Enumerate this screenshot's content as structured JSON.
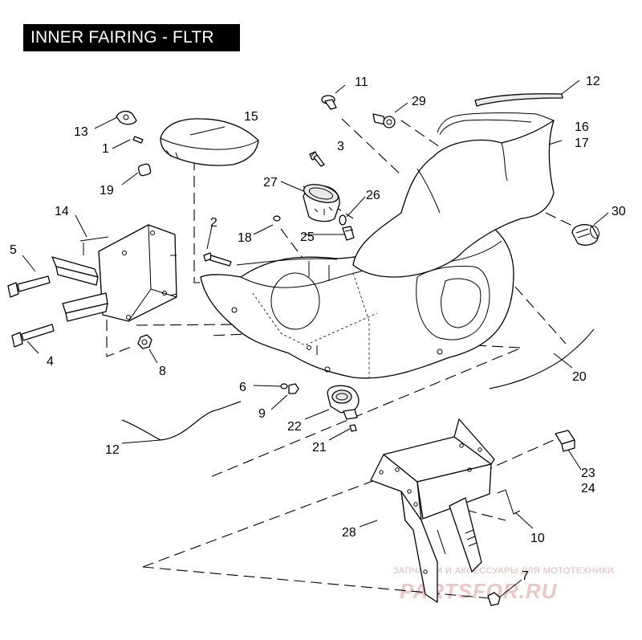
{
  "title": "INNER FAIRING - FLTR",
  "watermark": {
    "line1": "ЗАПЧАСТИ И АКСЕССУАРЫ ДЛЯ МОТОТЕХНИКИ",
    "line2": "PARTSFOR.RU"
  },
  "callouts": [
    {
      "id": "c1",
      "label": "1"
    },
    {
      "id": "c2",
      "label": "2"
    },
    {
      "id": "c3",
      "label": "3"
    },
    {
      "id": "c4",
      "label": "4"
    },
    {
      "id": "c5",
      "label": "5"
    },
    {
      "id": "c6",
      "label": "6"
    },
    {
      "id": "c7",
      "label": "7"
    },
    {
      "id": "c8",
      "label": "8"
    },
    {
      "id": "c9",
      "label": "9"
    },
    {
      "id": "c10",
      "label": "10"
    },
    {
      "id": "c11",
      "label": "11"
    },
    {
      "id": "c12a",
      "label": "12"
    },
    {
      "id": "c12b",
      "label": "12"
    },
    {
      "id": "c13",
      "label": "13"
    },
    {
      "id": "c14",
      "label": "14"
    },
    {
      "id": "c15",
      "label": "15"
    },
    {
      "id": "c16",
      "label": "16"
    },
    {
      "id": "c17",
      "label": "17"
    },
    {
      "id": "c18",
      "label": "18"
    },
    {
      "id": "c19",
      "label": "19"
    },
    {
      "id": "c20",
      "label": "20"
    },
    {
      "id": "c21",
      "label": "21"
    },
    {
      "id": "c22",
      "label": "22"
    },
    {
      "id": "c23",
      "label": "23"
    },
    {
      "id": "c24",
      "label": "24"
    },
    {
      "id": "c25",
      "label": "25"
    },
    {
      "id": "c26",
      "label": "26"
    },
    {
      "id": "c27",
      "label": "27"
    },
    {
      "id": "c28",
      "label": "28"
    },
    {
      "id": "c29",
      "label": "29"
    },
    {
      "id": "c30",
      "label": "30"
    }
  ]
}
